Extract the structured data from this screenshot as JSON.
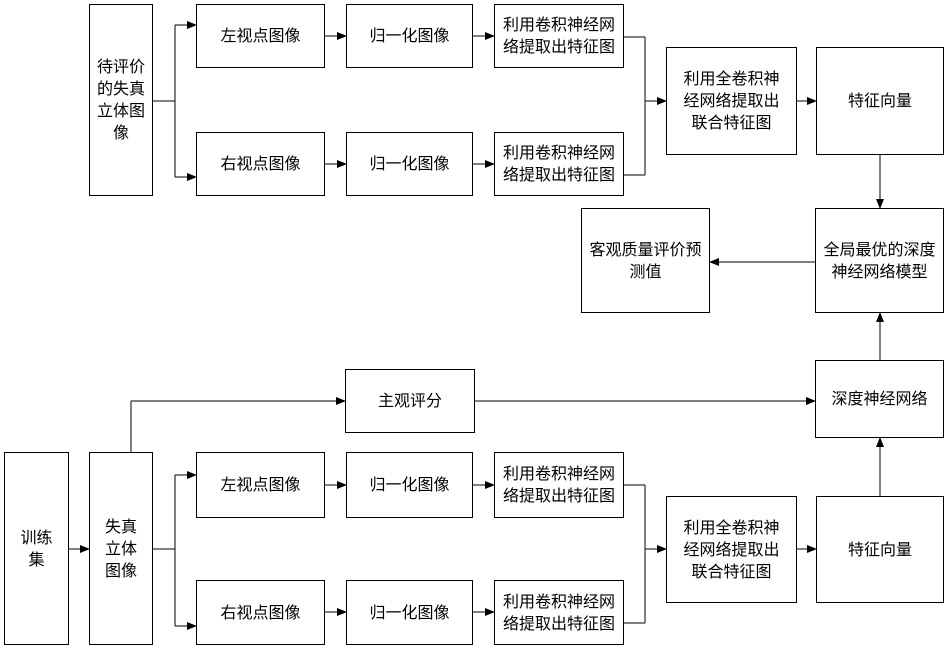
{
  "top": {
    "eval_image": "待评价的失真立体图像",
    "left_view": "左视点图像",
    "right_view": "右视点图像",
    "normalize_left": "归一化图像",
    "normalize_right": "归一化图像",
    "cnn_left": "利用卷积神经网络提取出特征图",
    "cnn_right": "利用卷积神经网络提取出特征图",
    "fcn": "利用全卷积神经网络提取出联合特征图",
    "feature_vector": "特征向量",
    "optimal_model": "全局最优的深度神经网络模型",
    "prediction": "客观质量评价预测值"
  },
  "bottom": {
    "training_set": "训练集",
    "distorted_image": "失真立体图像",
    "subjective_score": "主观评分",
    "dnn": "深度神经网络",
    "left_view": "左视点图像",
    "right_view": "右视点图像",
    "normalize_left": "归一化图像",
    "normalize_right": "归一化图像",
    "cnn_left": "利用卷积神经网络提取出特征图",
    "cnn_right": "利用卷积神经网络提取出特征图",
    "fcn": "利用全卷积神经网络提取出联合特征图",
    "feature_vector": "特征向量"
  }
}
